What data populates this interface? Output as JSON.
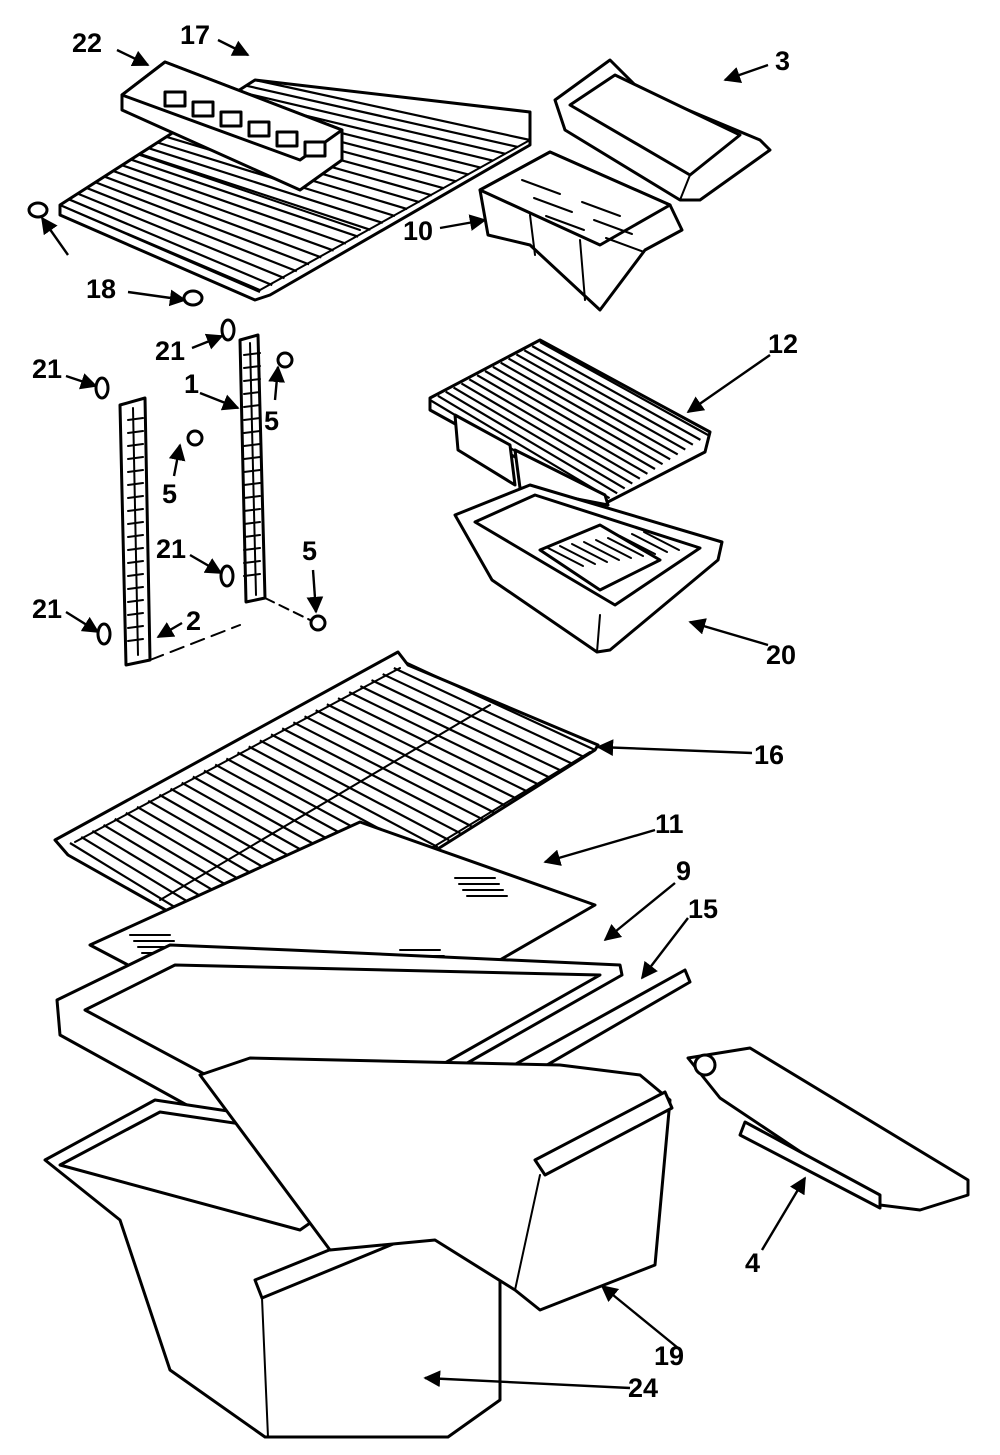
{
  "diagram": {
    "callouts": [
      {
        "id": "c22",
        "text": "22"
      },
      {
        "id": "c17",
        "text": "17"
      },
      {
        "id": "c3",
        "text": "3"
      },
      {
        "id": "c10",
        "text": "10"
      },
      {
        "id": "c18",
        "text": "18"
      },
      {
        "id": "c21a",
        "text": "21"
      },
      {
        "id": "c21b",
        "text": "21"
      },
      {
        "id": "c1",
        "text": "1"
      },
      {
        "id": "c5a",
        "text": "5"
      },
      {
        "id": "c5b",
        "text": "5"
      },
      {
        "id": "c21c",
        "text": "21"
      },
      {
        "id": "c5c",
        "text": "5"
      },
      {
        "id": "c21d",
        "text": "21"
      },
      {
        "id": "c2",
        "text": "2"
      },
      {
        "id": "c12",
        "text": "12"
      },
      {
        "id": "c20",
        "text": "20"
      },
      {
        "id": "c16",
        "text": "16"
      },
      {
        "id": "c11",
        "text": "11"
      },
      {
        "id": "c9",
        "text": "9"
      },
      {
        "id": "c15",
        "text": "15"
      },
      {
        "id": "c4",
        "text": "4"
      },
      {
        "id": "c19",
        "text": "19"
      },
      {
        "id": "c24",
        "text": "24"
      }
    ]
  }
}
